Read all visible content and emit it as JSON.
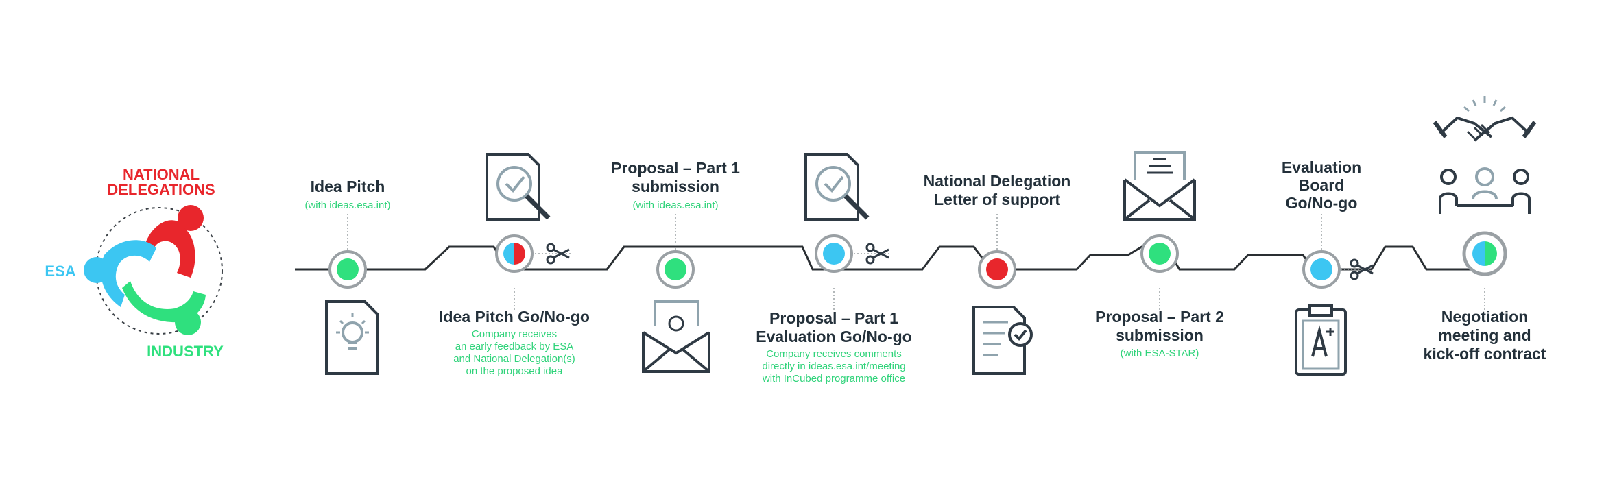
{
  "colors": {
    "line": "#2a2f33",
    "icon": "#2f3a44",
    "icon_accent": "#8fa3ad",
    "node_ring": "#9aa0a4",
    "green": "#2fe07e",
    "blue": "#3cc6f2",
    "red": "#e8262c",
    "sub_text": "#2fd37a",
    "title_text": "#23303a"
  },
  "legend": {
    "national_delegations_line1": "NATIONAL",
    "national_delegations_line2": "DELEGATIONS",
    "esa": "ESA",
    "industry": "INDUSTRY"
  },
  "steps": [
    {
      "id": "idea-pitch",
      "node_fill": "green",
      "title": [
        "Idea Pitch"
      ],
      "sub": [
        "(with ideas.esa.int)"
      ],
      "icon": "document-lightbulb-icon"
    },
    {
      "id": "idea-pitch-go-nogo",
      "node_fill": "blue-red",
      "title": [
        "Idea Pitch Go/No-go"
      ],
      "sub": [
        "Company receives",
        "an early feedback by ESA",
        "and National Delegation(s)",
        "on the proposed idea"
      ],
      "icon": "document-magnifier-icon",
      "scissors": true
    },
    {
      "id": "proposal-part1-submission",
      "node_fill": "green",
      "title": [
        "Proposal – Part 1",
        "submission"
      ],
      "sub": [
        "(with ideas.esa.int)"
      ],
      "icon": "envelope-at-icon"
    },
    {
      "id": "proposal-part1-evaluation",
      "node_fill": "blue",
      "title": [
        "Proposal – Part 1",
        "Evaluation Go/No-go"
      ],
      "sub": [
        "Company receives comments",
        "directly in ideas.esa.int/meeting",
        "with InCubed programme office"
      ],
      "icon": "document-magnifier-icon",
      "scissors": true
    },
    {
      "id": "national-delegation-letter",
      "node_fill": "red",
      "title": [
        "National Delegation",
        "Letter of support"
      ],
      "sub": [],
      "icon": "document-check-icon"
    },
    {
      "id": "proposal-part2-submission",
      "node_fill": "green",
      "title": [
        "Proposal – Part 2",
        "submission"
      ],
      "sub": [
        "(with ESA-STAR)"
      ],
      "icon": "envelope-letter-icon"
    },
    {
      "id": "evaluation-board",
      "node_fill": "blue",
      "title": [
        "Evaluation",
        "Board",
        "Go/No-go"
      ],
      "sub": [],
      "icon": "clipboard-grade-icon",
      "scissors": true
    },
    {
      "id": "negotiation",
      "node_fill": "blue-green",
      "title": [
        "Negotiation",
        "meeting and",
        "kick-off contract"
      ],
      "sub": [],
      "icon": "handshake-meeting-icon"
    }
  ]
}
